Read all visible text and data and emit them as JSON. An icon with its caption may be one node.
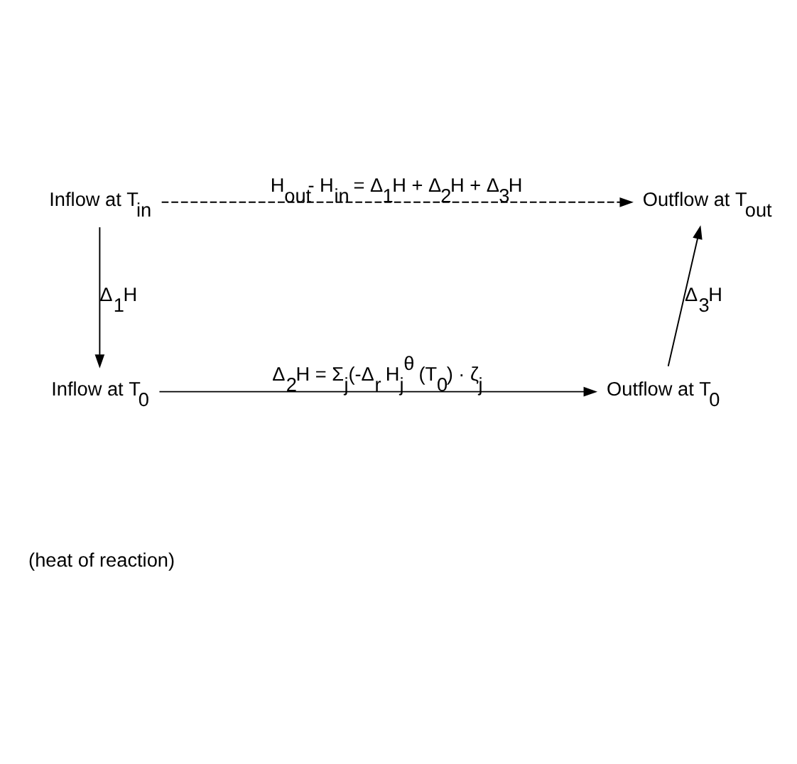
{
  "diagram": {
    "nodes": [
      {
        "text": [
          "Inflow at T$_{in}$"
        ]
      },
      {
        "text": [
          "Outflow at T$_{out}$"
        ]
      },
      {
        "text": [
          "Inflow at T$_{0}$"
        ]
      },
      {
        "text": [
          "Outflow at T$_{0}$"
        ]
      }
    ],
    "edges": [
      {
        "from": 0,
        "to": 1,
        "arrow": "to",
        "style": "dashed",
        "label": "H$_{out}$- H$_{in}$ = Δ$_{1}$H + Δ$_{2}$H + Δ$_{3}$H"
      },
      {
        "from": 0,
        "to": 2,
        "arrow": "to",
        "label": "Δ$_{1}$H"
      },
      {
        "from": 2,
        "to": 3,
        "arrow": "to",
        "label": "Δ$_{2}$H = Σ$_{j}$(-Δ$_{r}$ H$_{j}$$^{θ}$ (T$_{0}$) · ζ$_{j}$"
      },
      {
        "from": 3,
        "to": 1,
        "arrow": "to",
        "label": "Δ$_{3}$H"
      }
    ],
    "labels": [
      "(heat of reaction)"
    ]
  }
}
